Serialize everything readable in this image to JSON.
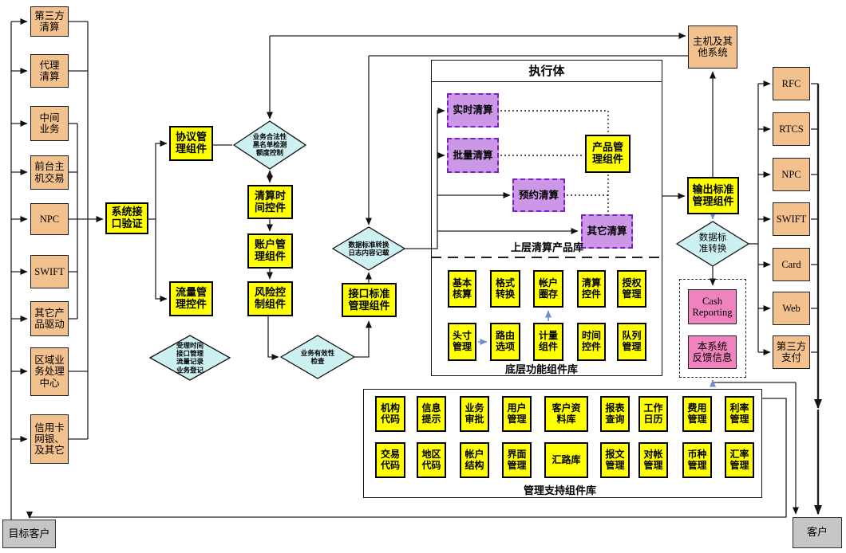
{
  "sources": [
    "第三方\n清算",
    "代理\n清算",
    "中间\n业务",
    "前台主\n机交易",
    "NPC",
    "SWIFT",
    "其它产\n品驱动",
    "区域业\n务处理\n中心",
    "信用卡\n网银、\n及其它"
  ],
  "gateway": {
    "verify": "系统接\n口验证",
    "protocol": "协议管\n理组件",
    "flow": "流量管\n理控件"
  },
  "pipeline": {
    "clear_time": "清算时\n间控件",
    "account": "账户管\n理组件",
    "risk": "风险控\n制组件",
    "interface_std": "接口标准\n管理组件",
    "output_std": "输出标准\n管理组件"
  },
  "checks": {
    "legality": "业务合法性\n黑名单检测\n额度控制",
    "accept": "受理时间\n接口管理\n流量记录\n业务登记",
    "validity": "业务有效性\n检查",
    "data_std_log": "数据标准转换\n日志内容记载",
    "data_std": "数据标\n准转换"
  },
  "executor": {
    "title": "执行体",
    "clearing": [
      "实时清算",
      "批量清算",
      "预约清算",
      "其它清算"
    ],
    "product_mgmt": "产品管\n理组件",
    "upper_label": "上层清算产品库",
    "func_row1": [
      "基本\n核算",
      "格式\n转换",
      "帐户\n圈存",
      "清算\n控件",
      "授权\n管理"
    ],
    "func_row2": [
      "头寸\n管理",
      "路由\n选项",
      "计量\n组件",
      "时间\n控件",
      "队列\n管理"
    ],
    "lower_label": "底层功能组件库"
  },
  "mgmt_lib": {
    "row1": [
      "机构\n代码",
      "信息\n提示",
      "业务\n审批",
      "用户\n管理",
      "客户资\n料库",
      "报表\n查询",
      "工作\n日历",
      "费用\n管理",
      "利率\n管理"
    ],
    "row2": [
      "交易\n代码",
      "地区\n代码",
      "帐户\n结构",
      "界面\n管理",
      "汇路库",
      "报文\n管理",
      "对帐\n管理",
      "币种\n管理",
      "汇率\n管理"
    ],
    "label": "管理支持组件库"
  },
  "host": "主机及其\n他系统",
  "targets": [
    "RFC",
    "RTCS",
    "NPC",
    "SWIFT",
    "Card",
    "Web",
    "第三方\n支付"
  ],
  "feedback": {
    "cash": "Cash\nReporting",
    "self": "本系统\n反馈信息"
  },
  "customers": {
    "target": "目标客户",
    "customer": "客户"
  },
  "colors": {
    "orange": "#F2C18D",
    "yellow": "#FFFF00",
    "cyan": "#CDF0F2",
    "purple": "#CB97E6",
    "pink": "#F083BE",
    "gray": "#C6C6C6",
    "blue_arrow": "#6A8FCC"
  }
}
